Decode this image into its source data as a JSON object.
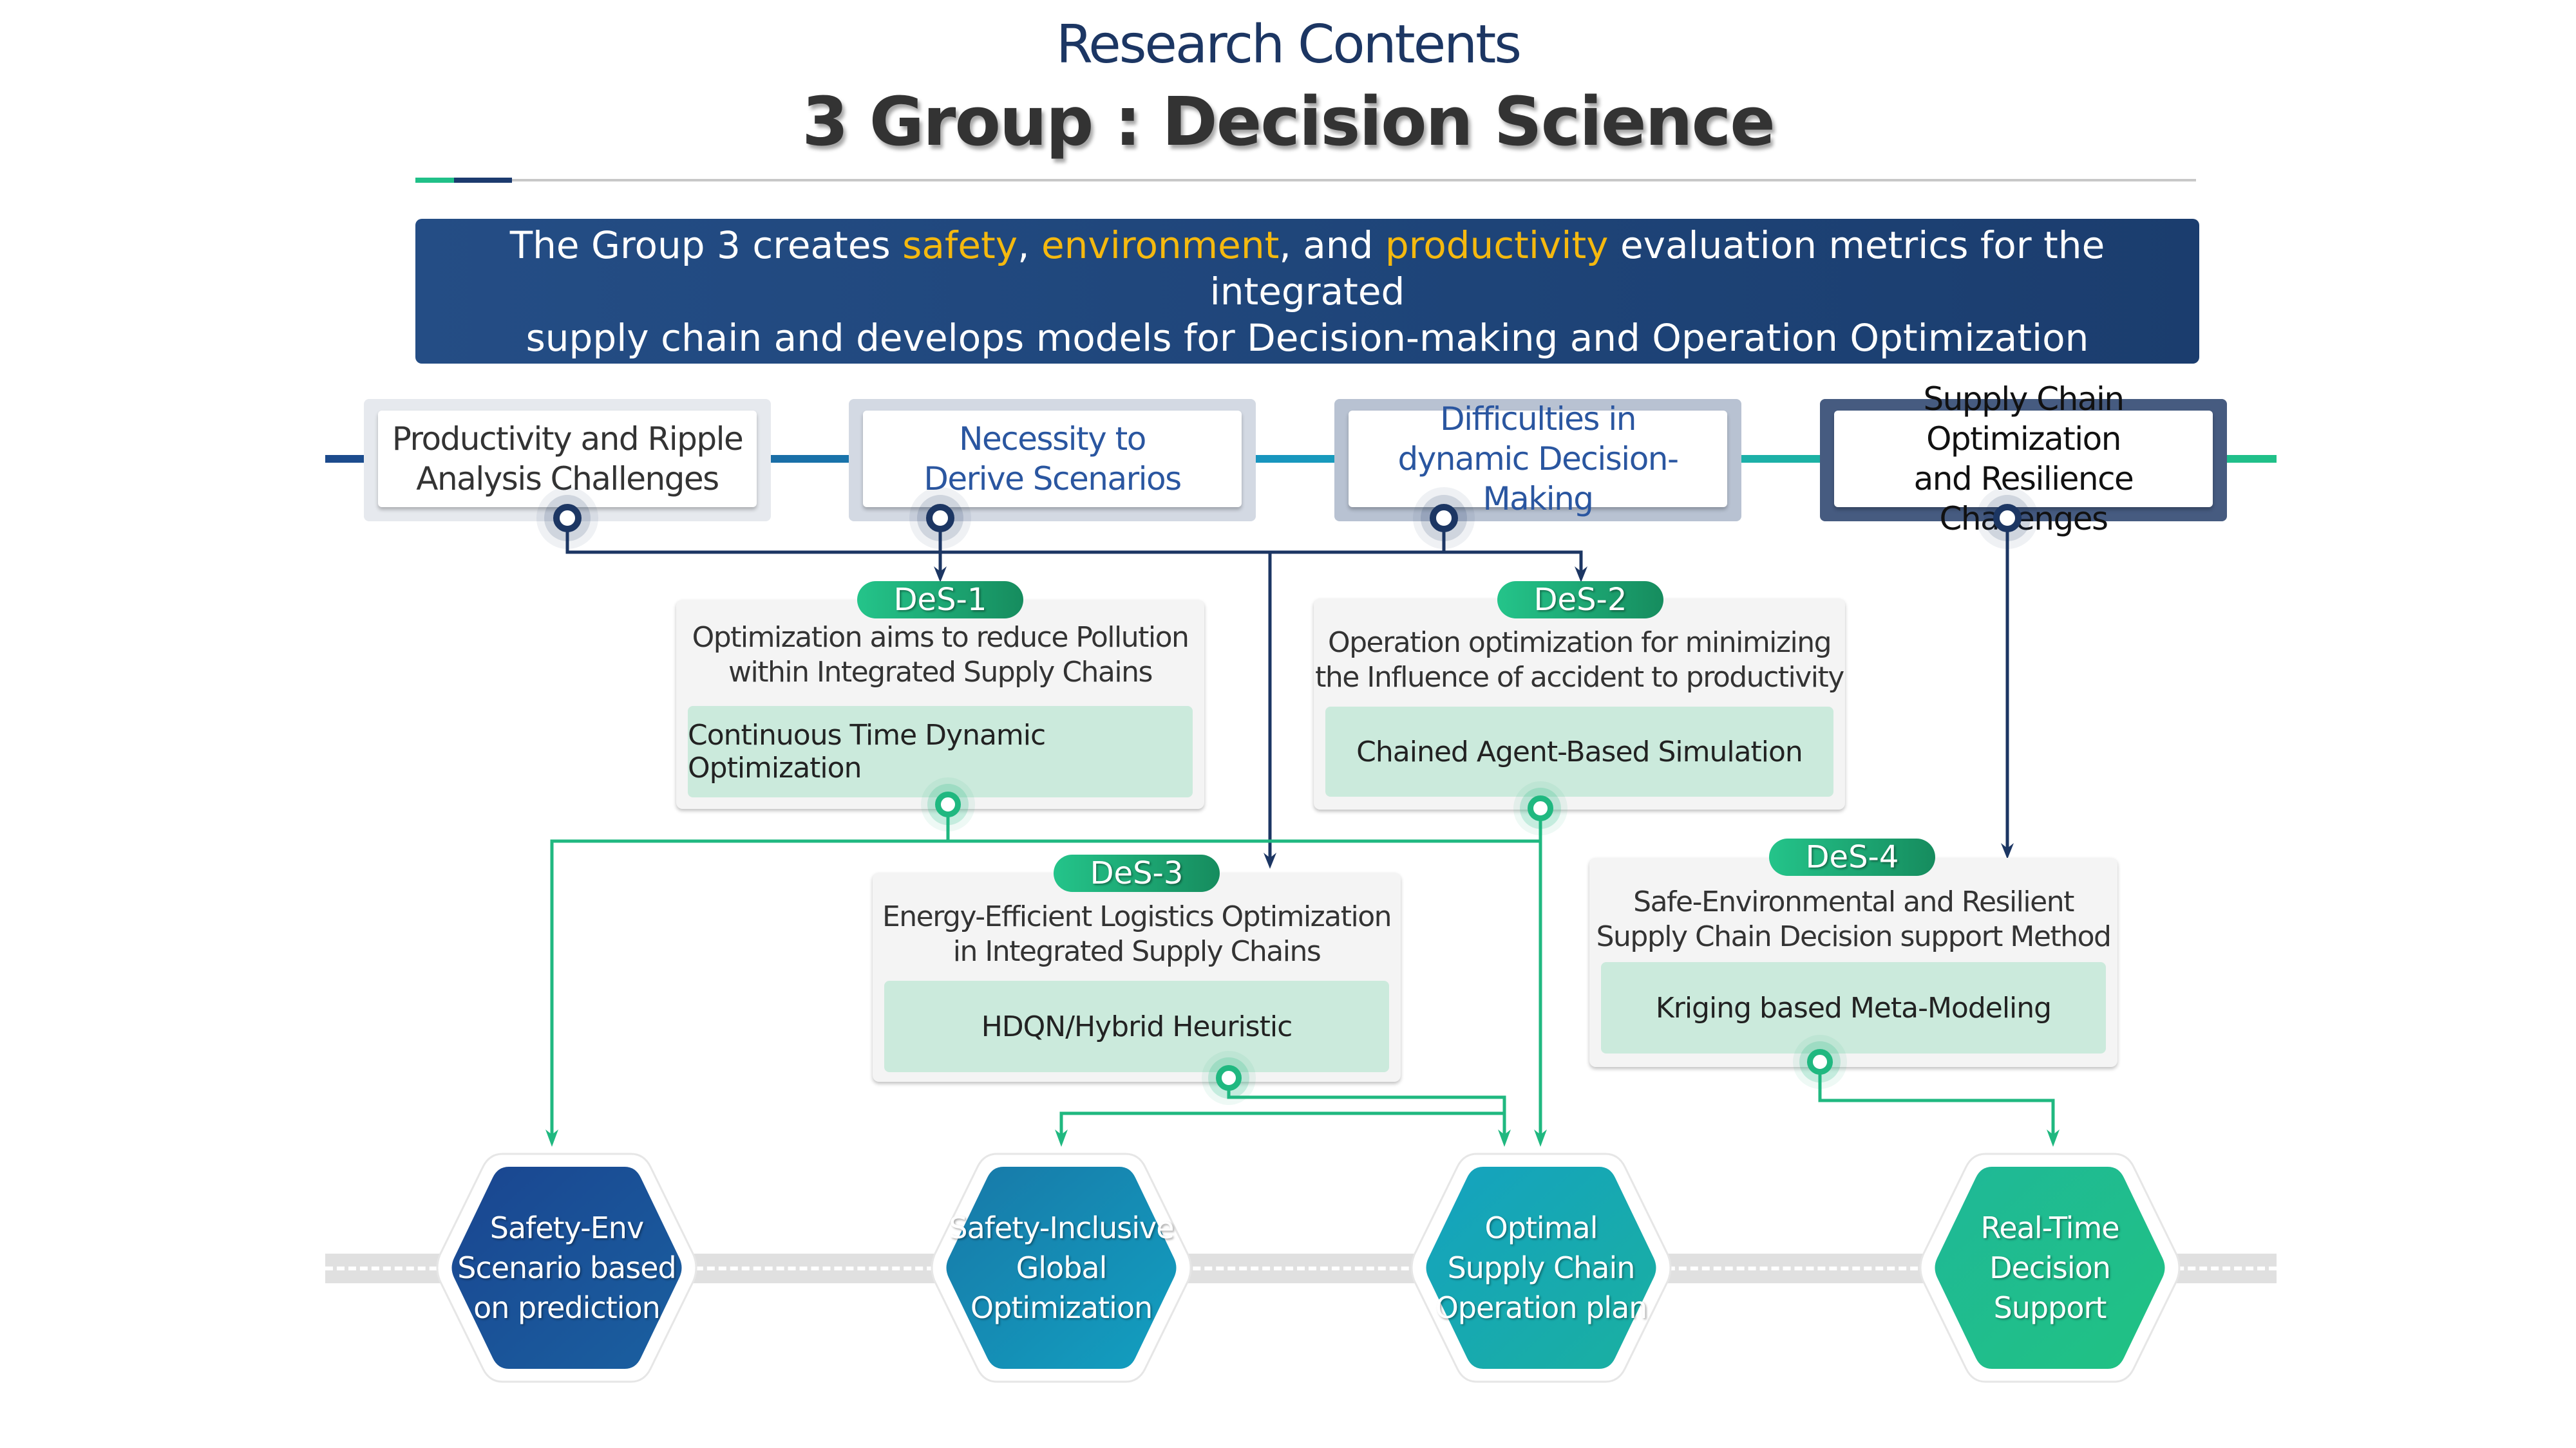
{
  "header": {
    "subtitle": "Research Contents",
    "title": "3 Group : Decision Science"
  },
  "banner": {
    "line1_a": "The Group 3 creates ",
    "hl1": "safety",
    "sep1": ", ",
    "hl2": "environment",
    "sep2": ", and ",
    "hl3": "productivity",
    "line1_b": " evaluation metrics for the integrated",
    "line2": "supply chain and develops models for Decision-making and Operation Optimization",
    "highlight_color": "#f5b90f"
  },
  "challenges": [
    {
      "line1": "Productivity and Ripple",
      "line2": "Analysis Challenges"
    },
    {
      "line1": "Necessity to",
      "line2": "Derive Scenarios"
    },
    {
      "line1": "Difficulties in",
      "line2": "dynamic Decision-Making"
    },
    {
      "line1": "Supply Chain Optimization",
      "line2": "and Resilience Challenges"
    }
  ],
  "des": [
    {
      "badge": "DeS-1",
      "desc1": "Optimization aims to reduce Pollution",
      "desc2": "within Integrated Supply Chains",
      "method": "Continuous Time Dynamic Optimization"
    },
    {
      "badge": "DeS-2",
      "desc1": "Operation optimization for minimizing",
      "desc2": "the Influence of accident to productivity",
      "method": "Chained Agent-Based Simulation"
    },
    {
      "badge": "DeS-3",
      "desc1": "Energy-Efficient Logistics Optimization",
      "desc2": "in Integrated Supply Chains",
      "method": "HDQN/Hybrid Heuristic"
    },
    {
      "badge": "DeS-4",
      "desc1": "Safe-Environmental and Resilient",
      "desc2": "Supply Chain Decision support Method",
      "method": "Kriging based Meta-Modeling"
    }
  ],
  "outcomes": [
    {
      "l1": "Safety-Env",
      "l2": "Scenario based",
      "l3": "on prediction"
    },
    {
      "l1": "Safety-Inclusive",
      "l2": "Global",
      "l3": "Optimization"
    },
    {
      "l1": "Optimal",
      "l2": "Supply Chain",
      "l3": "Operation plan"
    },
    {
      "l1": "Real-Time",
      "l2": "Decision",
      "l3": "Support"
    }
  ],
  "colors": {
    "navy": "#1c3663",
    "green": "#20b880",
    "hex1": "#1a4a90",
    "hex2": "#1595bd",
    "hex3": "#17acb0",
    "hex4": "#20bf86"
  }
}
